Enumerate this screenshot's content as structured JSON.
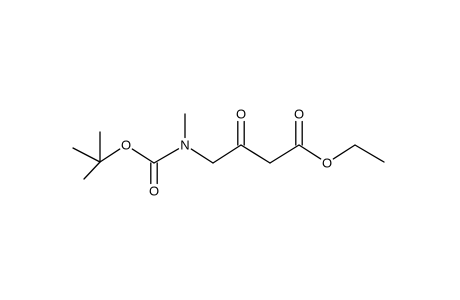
{
  "molecule": {
    "atoms": [
      {
        "id": "c_me_a",
        "element": "C",
        "label": ""
      },
      {
        "id": "c_me_b",
        "element": "C",
        "label": ""
      },
      {
        "id": "c_me_c",
        "element": "C",
        "label": ""
      },
      {
        "id": "c_quat",
        "element": "C",
        "label": ""
      },
      {
        "id": "o_ester1",
        "element": "O",
        "label": "O"
      },
      {
        "id": "c_carb",
        "element": "C",
        "label": ""
      },
      {
        "id": "o_carb",
        "element": "O",
        "label": "O"
      },
      {
        "id": "n",
        "element": "N",
        "label": "N"
      },
      {
        "id": "c_nme",
        "element": "C",
        "label": ""
      },
      {
        "id": "c_ch2a",
        "element": "C",
        "label": ""
      },
      {
        "id": "c_keto",
        "element": "C",
        "label": ""
      },
      {
        "id": "o_keto",
        "element": "O",
        "label": "O"
      },
      {
        "id": "c_ch2b",
        "element": "C",
        "label": ""
      },
      {
        "id": "c_est",
        "element": "C",
        "label": ""
      },
      {
        "id": "o_est_dbl",
        "element": "O",
        "label": "O"
      },
      {
        "id": "o_est_sgl",
        "element": "O",
        "label": "O"
      },
      {
        "id": "c_et1",
        "element": "C",
        "label": ""
      },
      {
        "id": "c_et2",
        "element": "C",
        "label": ""
      }
    ],
    "bonds": [
      {
        "a": "c_me_a",
        "b": "c_quat",
        "order": 1
      },
      {
        "a": "c_me_b",
        "b": "c_quat",
        "order": 1
      },
      {
        "a": "c_me_c",
        "b": "c_quat",
        "order": 1
      },
      {
        "a": "c_quat",
        "b": "o_ester1",
        "order": 1
      },
      {
        "a": "o_ester1",
        "b": "c_carb",
        "order": 1
      },
      {
        "a": "c_carb",
        "b": "o_carb",
        "order": 2
      },
      {
        "a": "c_carb",
        "b": "n",
        "order": 1
      },
      {
        "a": "n",
        "b": "c_nme",
        "order": 1
      },
      {
        "a": "n",
        "b": "c_ch2a",
        "order": 1
      },
      {
        "a": "c_ch2a",
        "b": "c_keto",
        "order": 1
      },
      {
        "a": "c_keto",
        "b": "o_keto",
        "order": 2
      },
      {
        "a": "c_keto",
        "b": "c_ch2b",
        "order": 1
      },
      {
        "a": "c_ch2b",
        "b": "c_est",
        "order": 1
      },
      {
        "a": "c_est",
        "b": "o_est_dbl",
        "order": 2
      },
      {
        "a": "c_est",
        "b": "o_est_sgl",
        "order": 1
      },
      {
        "a": "o_est_sgl",
        "b": "c_et1",
        "order": 1
      },
      {
        "a": "c_et1",
        "b": "c_et2",
        "order": 1
      }
    ]
  }
}
